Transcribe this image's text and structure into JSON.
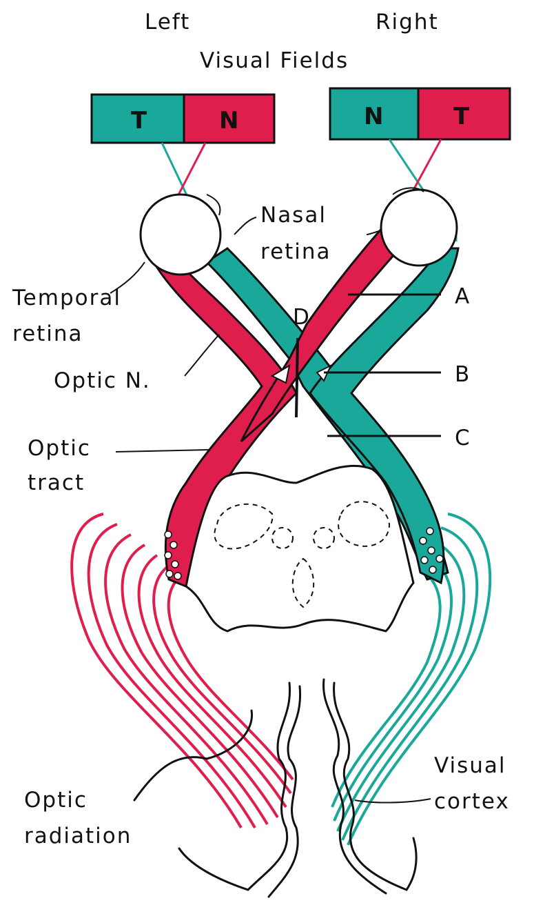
{
  "colors": {
    "teal": "#1aa89a",
    "red": "#e01e4d",
    "ink": "#111111",
    "background": "#ffffff"
  },
  "headings": {
    "left": "Left",
    "right": "Right",
    "fields": "Visual Fields"
  },
  "field_boxes": {
    "left": {
      "teal_label": "T",
      "red_label": "N"
    },
    "right": {
      "teal_label": "N",
      "red_label": "T"
    }
  },
  "labels": {
    "nasal_retina_1": "Nasal",
    "nasal_retina_2": "retina",
    "temporal_retina_1": "Temporal",
    "temporal_retina_2": "retina",
    "optic_nerve": "Optic N.",
    "optic_tract_1": "Optic",
    "optic_tract_2": "tract",
    "optic_radiation_1": "Optic",
    "optic_radiation_2": "radiation",
    "visual_cortex_1": "Visual",
    "visual_cortex_2": "cortex",
    "lesion_a": "A",
    "lesion_b": "B",
    "lesion_c": "C",
    "lesion_d": "D"
  }
}
